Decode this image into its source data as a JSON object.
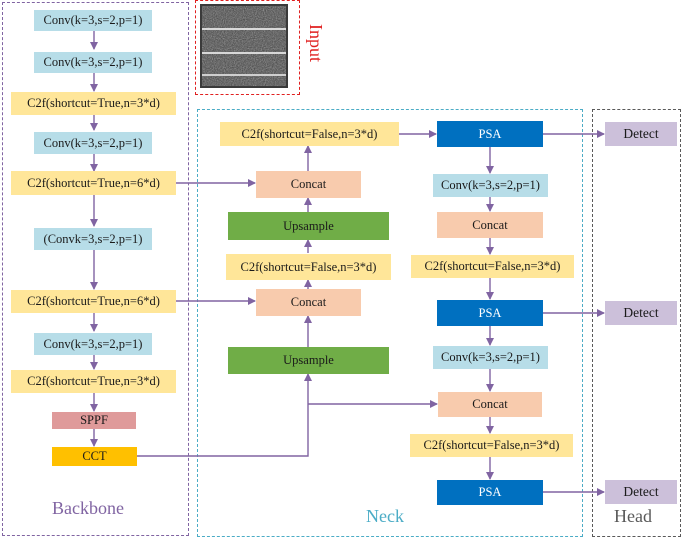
{
  "regions": {
    "backbone": {
      "label": "Backbone",
      "color": "#8064a2"
    },
    "neck": {
      "label": "Neck",
      "color": "#4bacc6"
    },
    "head": {
      "label": "Head",
      "color": "#595959"
    },
    "input": {
      "label": "Input",
      "color": "#e02020"
    }
  },
  "nodes": {
    "b1": "Conv(k=3,s=2,p=1)",
    "b2": "Conv(k=3,s=2,p=1)",
    "b3": "C2f(shortcut=True,n=3*d)",
    "b4": "Conv(k=3,s=2,p=1)",
    "b5": "C2f(shortcut=True,n=6*d)",
    "b6": "(Convk=3,s=2,p=1)",
    "b7": "C2f(shortcut=True,n=6*d)",
    "b8": "Conv(k=3,s=2,p=1)",
    "b9": "C2f(shortcut=True,n=3*d)",
    "b10": "SPPF",
    "b11": "CCT",
    "n1": "C2f(shortcut=False,n=3*d)",
    "n2": "Concat",
    "n3": "Upsample",
    "n4": "C2f(shortcut=False,n=3*d)",
    "n5": "Concat",
    "n6": "Upsample",
    "p1": "PSA",
    "p2": "Conv(k=3,s=2,p=1)",
    "p3": "Concat",
    "p4": "C2f(shortcut=False,n=3*d)",
    "p5": "PSA",
    "p6": "Conv(k=3,s=2,p=1)",
    "p7": "Concat",
    "p8": "C2f(shortcut=False,n=3*d)",
    "p9": "PSA",
    "d1": "Detect",
    "d2": "Detect",
    "d3": "Detect"
  },
  "colors": {
    "conv": "#b7dde8",
    "c2f": "#ffe699",
    "concat": "#f8cbad",
    "upsample": "#70ad47",
    "psa": "#0070c0",
    "detect": "#ccc0da",
    "sppf": "#df9a9a",
    "cct": "#ffc000",
    "arrow": "#8064a2"
  }
}
